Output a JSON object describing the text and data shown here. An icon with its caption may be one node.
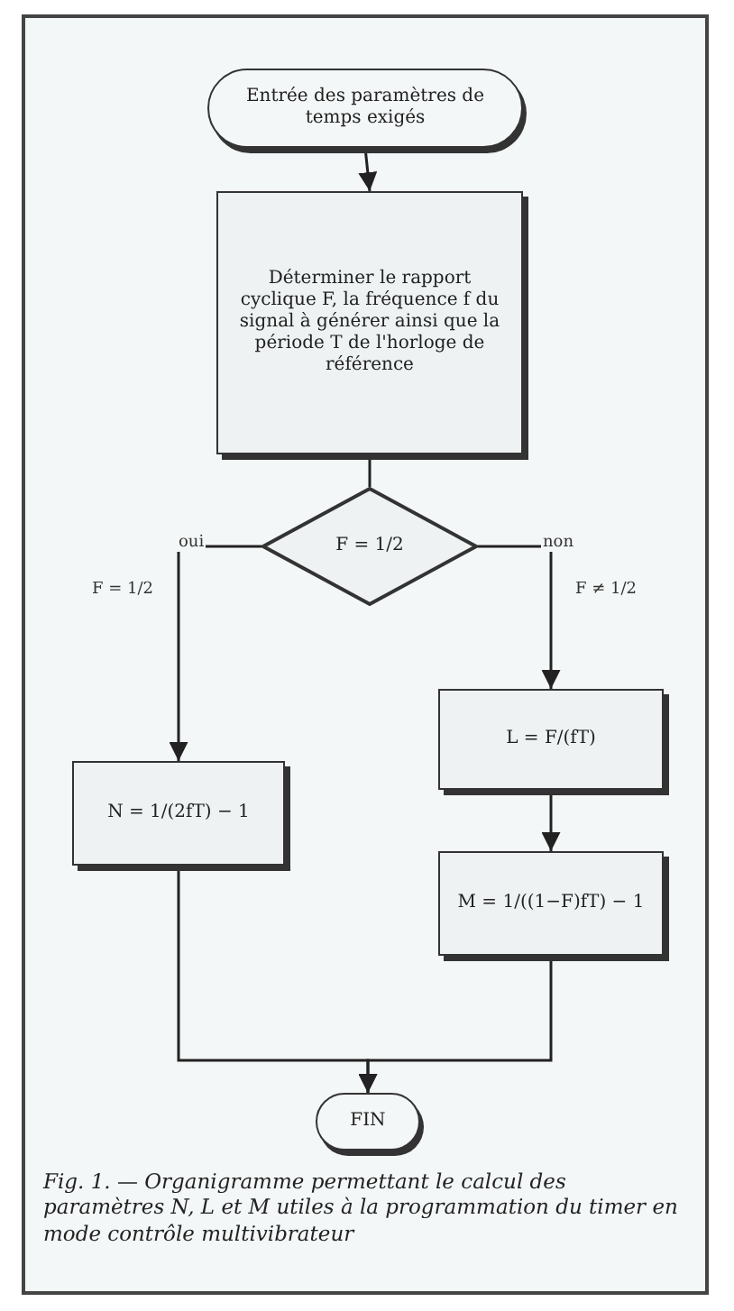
{
  "diagram": {
    "caption": "Fig. 1. — Organigramme permettant le calcul des paramètres N, L et M utiles à la programmation du timer en mode contrôle multivibrateur",
    "nodes": [
      {
        "text": [
          "Entrée des paramètres de temps exigés"
        ]
      },
      {
        "text": [
          "Déterminer le rapport cyclique F, la fréquence f du signal à générer ainsi que la période T de l'horloge de référence"
        ]
      },
      {
        "text": [
          "F = 1/2"
        ]
      },
      {
        "text": [
          "N = 1/(2fT) − 1"
        ]
      },
      {
        "text": [
          "L = F/(fT)"
        ]
      },
      {
        "text": [
          "M = 1/((1−F)fT) − 1"
        ]
      },
      {
        "text": [
          "FIN"
        ]
      }
    ],
    "edges": [
      {
        "from": 0,
        "to": 1,
        "arrow": "to"
      },
      {
        "from": 1,
        "to": 2,
        "arrow": "none"
      },
      {
        "from": 2,
        "to": 3,
        "arrow": "to",
        "label": "oui"
      },
      {
        "from": 2,
        "to": 4,
        "arrow": "to",
        "label": "non"
      },
      {
        "from": 4,
        "to": 5,
        "arrow": "to"
      },
      {
        "from": 3,
        "to": 6,
        "arrow": "to"
      },
      {
        "from": 5,
        "to": 6,
        "arrow": "to"
      }
    ],
    "labels": [
      "F = 1/2",
      "F ≠ 1/2"
    ]
  }
}
